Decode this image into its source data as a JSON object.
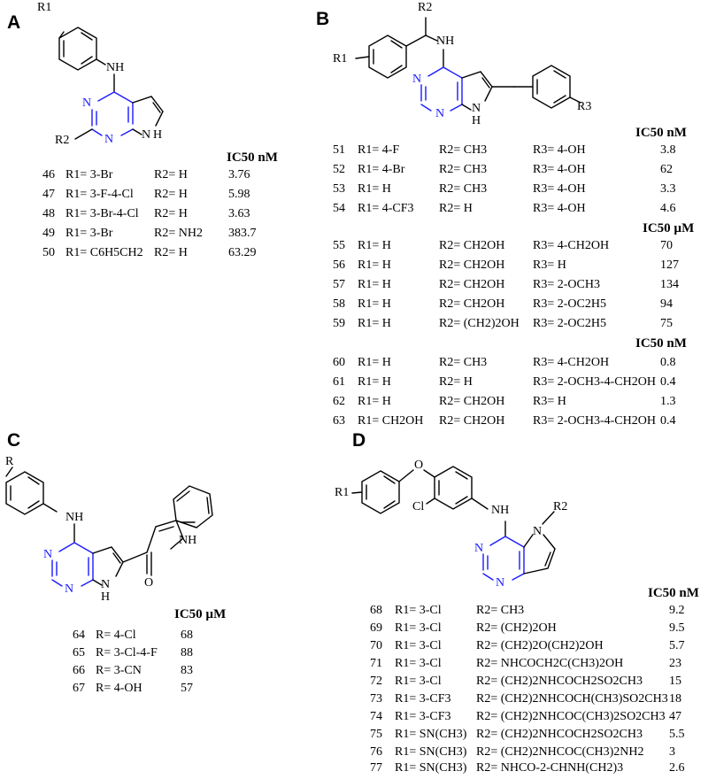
{
  "panel_labels": [
    "A",
    "B",
    "C",
    "D"
  ],
  "atoms": {
    "r1": "R1",
    "r2": "R2",
    "r3": "R3",
    "r": "R",
    "nh": "NH",
    "n": "N",
    "h": "H",
    "o": "O",
    "cl": "Cl"
  },
  "A": {
    "header": "IC50 nM",
    "rows": [
      {
        "id": "46",
        "r1": "R1= 3-Br",
        "r2": "R2= H",
        "val": "3.76"
      },
      {
        "id": "47",
        "r1": "R1= 3-F-4-Cl",
        "r2": "R2= H",
        "val": "5.98"
      },
      {
        "id": "48",
        "r1": "R1= 3-Br-4-Cl",
        "r2": "R2= H",
        "val": "3.63"
      },
      {
        "id": "49",
        "r1": "R1= 3-Br",
        "r2": "R2= NH2",
        "val": "383.7"
      },
      {
        "id": "50",
        "r1": "R1= C6H5CH2",
        "r2": "R2= H",
        "val": "63.29"
      }
    ]
  },
  "B": {
    "header1": "IC50 nM",
    "header2": "IC50 µM",
    "header3": "IC50 nM",
    "rows1": [
      {
        "id": "51",
        "r1": "R1= 4-F",
        "r2": "R2= CH3",
        "r3": "R3= 4-OH",
        "val": "3.8"
      },
      {
        "id": "52",
        "r1": "R1= 4-Br",
        "r2": "R2= CH3",
        "r3": "R3= 4-OH",
        "val": "62"
      },
      {
        "id": "53",
        "r1": "R1= H",
        "r2": "R2= CH3",
        "r3": "R3= 4-OH",
        "val": "3.3"
      },
      {
        "id": "54",
        "r1": "R1= 4-CF3",
        "r2": "R2= H",
        "r3": "R3= 4-OH",
        "val": "4.6"
      }
    ],
    "rows2": [
      {
        "id": "55",
        "r1": "R1= H",
        "r2": "R2= CH2OH",
        "r3": "R3= 4-CH2OH",
        "val": "70"
      },
      {
        "id": "56",
        "r1": "R1= H",
        "r2": "R2= CH2OH",
        "r3": "R3= H",
        "val": "127"
      },
      {
        "id": "57",
        "r1": "R1= H",
        "r2": "R2= CH2OH",
        "r3": "R3= 2-OCH3",
        "val": "134"
      },
      {
        "id": "58",
        "r1": "R1= H",
        "r2": "R2= CH2OH",
        "r3": "R3= 2-OC2H5",
        "val": "94"
      },
      {
        "id": "59",
        "r1": "R1= H",
        "r2": "R2= (CH2)2OH",
        "r3": "R3= 2-OC2H5",
        "val": "75"
      }
    ],
    "rows3": [
      {
        "id": "60",
        "r1": "R1= H",
        "r2": "R2= CH3",
        "r3": "R3= 4-CH2OH",
        "val": "0.8"
      },
      {
        "id": "61",
        "r1": "R1= H",
        "r2": "R2= H",
        "r3": "R3= 2-OCH3-4-CH2OH",
        "val": "0.4"
      },
      {
        "id": "62",
        "r1": "R1= H",
        "r2": "R2= CH2OH",
        "r3": "R3= H",
        "val": "1.3"
      },
      {
        "id": "63",
        "r1": "R1= CH2OH",
        "r2": "R2= CH2OH",
        "r3": "R3= 2-OCH3-4-CH2OH",
        "val": "0.4"
      }
    ]
  },
  "C": {
    "header": "IC50 µM",
    "rows": [
      {
        "id": "64",
        "r": "R= 4-Cl",
        "val": "68"
      },
      {
        "id": "65",
        "r": "R= 3-Cl-4-F",
        "val": "88"
      },
      {
        "id": "66",
        "r": "R= 3-CN",
        "val": "83"
      },
      {
        "id": "67",
        "r": "R= 4-OH",
        "val": "57"
      }
    ]
  },
  "D": {
    "header": "IC50 nM",
    "rows": [
      {
        "id": "68",
        "r1": "R1= 3-Cl",
        "r2": "R2= CH3",
        "val": "9.2"
      },
      {
        "id": "69",
        "r1": "R1= 3-Cl",
        "r2": "R2= (CH2)2OH",
        "val": "9.5"
      },
      {
        "id": "70",
        "r1": "R1= 3-Cl",
        "r2": "R2= (CH2)2O(CH2)2OH",
        "val": "5.7"
      },
      {
        "id": "71",
        "r1": "R1= 3-Cl",
        "r2": "R2= NHCOCH2C(CH3)2OH",
        "val": "23"
      },
      {
        "id": "72",
        "r1": "R1= 3-Cl",
        "r2": "R2= (CH2)2NHCOCH2SO2CH3",
        "val": "15"
      },
      {
        "id": "73",
        "r1": "R1= 3-CF3",
        "r2": "R2= (CH2)2NHCOCH(CH3)SO2CH3",
        "val": "18"
      },
      {
        "id": "74",
        "r1": "R1= 3-CF3",
        "r2": "R2= (CH2)2NHCOC(CH3)2SO2CH3",
        "val": "47"
      },
      {
        "id": "75",
        "r1": "R1= SN(CH3)",
        "r2": "R2= (CH2)2NHCOCH2SO2CH3",
        "val": "5.5"
      },
      {
        "id": "76",
        "r1": "R1= SN(CH3)",
        "r2": "R2= (CH2)2NHCOC(CH3)2NH2",
        "val": "3"
      },
      {
        "id": "77",
        "r1": "R1= SN(CH3)",
        "r2": "R2= NHCO-2-CHNH(CH2)3",
        "val": "2.6"
      }
    ]
  }
}
